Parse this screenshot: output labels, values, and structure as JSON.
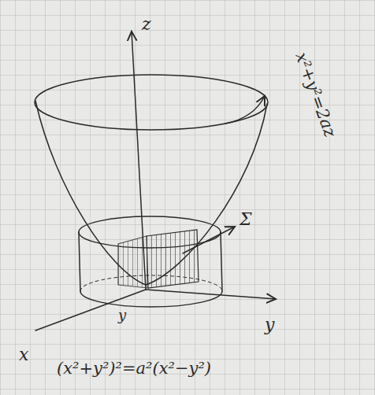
{
  "diagram": {
    "labels": [
      "z",
      "x²+y²=2az",
      "Σ",
      "x",
      "y",
      "y",
      "(x²+y²)²=a²(x²−y²)"
    ]
  }
}
